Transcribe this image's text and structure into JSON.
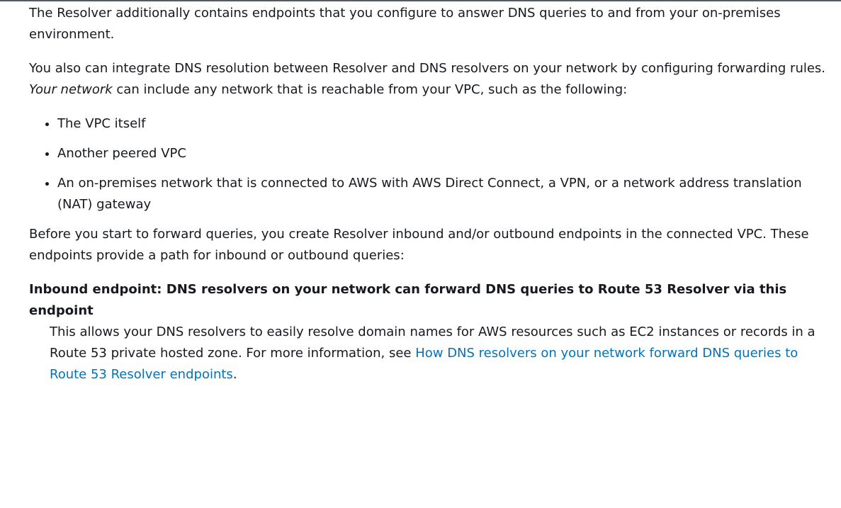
{
  "paragraphs": {
    "p1": "The Resolver additionally contains endpoints that you configure to answer DNS queries to and from your on-premises environment.",
    "p2_before": "You also can integrate DNS resolution between Resolver and DNS resolvers on your network by configuring forwarding rules. ",
    "p2_em": "Your network",
    "p2_after": " can include any network that is reachable from your VPC, such as the following:",
    "p3": "Before you start to forward queries, you create Resolver inbound and/or outbound endpoints in the connected VPC. These endpoints provide a path for inbound or outbound queries:"
  },
  "network_list": [
    "The VPC itself",
    "Another peered VPC",
    "An on-premises network that is connected to AWS with AWS Direct Connect, a VPN, or a network address translation (NAT) gateway"
  ],
  "inbound": {
    "term": "Inbound endpoint: DNS resolvers on your network can forward DNS queries to Route 53 Resolver via this endpoint",
    "desc_before": "This allows your DNS resolvers to easily resolve domain names for AWS resources such as EC2 instances or records in a Route 53 private hosted zone. For more information, see ",
    "link_text": "How DNS resolvers on your network forward DNS queries to Route 53 Resolver endpoints",
    "desc_after": "."
  },
  "colors": {
    "text": "#16191f",
    "link": "#0073bb",
    "rule": "#545b64"
  }
}
